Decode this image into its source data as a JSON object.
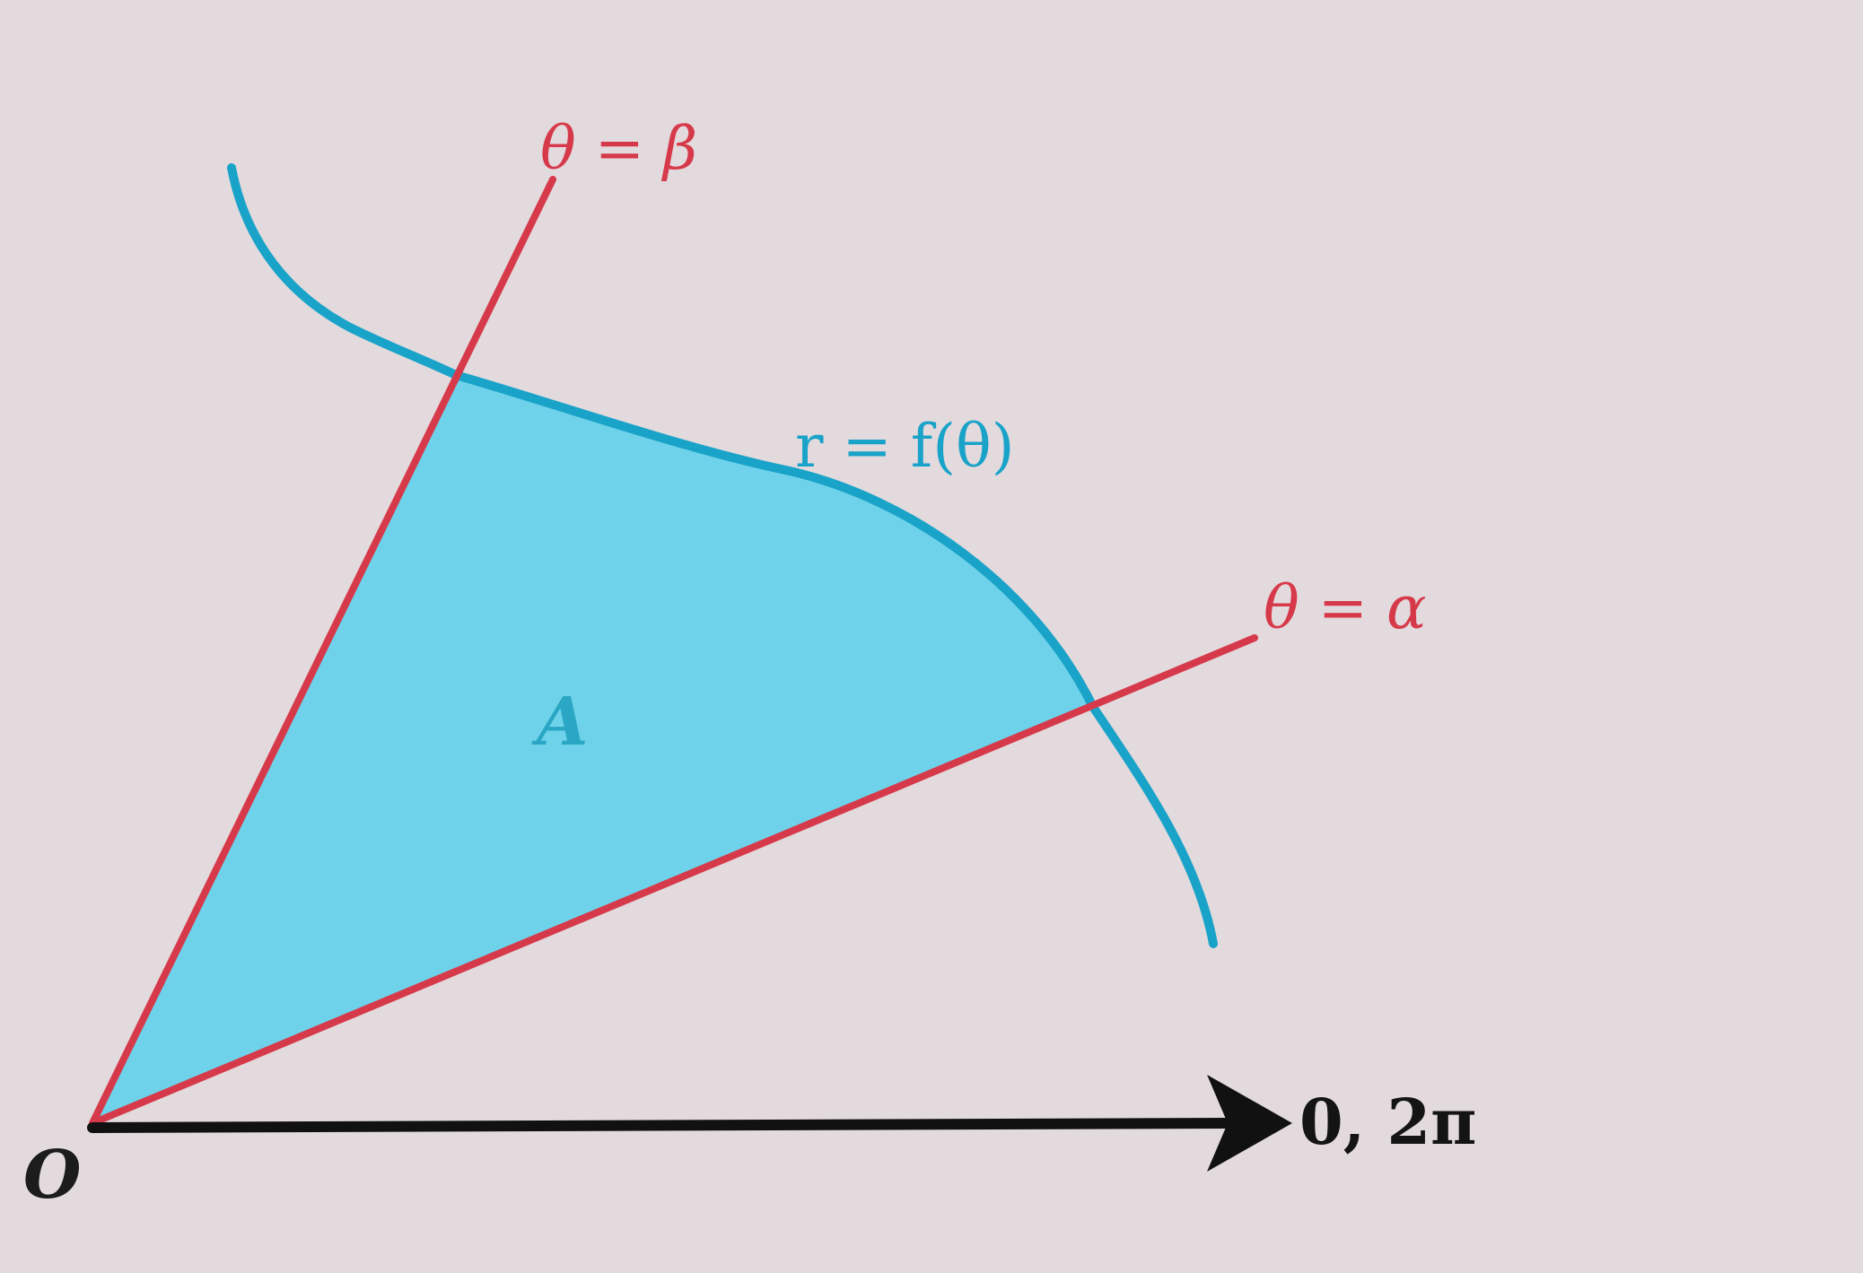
{
  "diagram": {
    "colors": {
      "background": "#e3dadd",
      "region_fill": "#6ed3ea",
      "curve": "#1aa3c9",
      "ray": "#d63a4a",
      "axis": "#111111"
    },
    "labels": {
      "theta_beta": "θ = β",
      "theta_alpha": "θ = α",
      "curve": "r = f(θ)",
      "area": "A",
      "polar_axis": "0, 2π",
      "origin": "O"
    }
  }
}
